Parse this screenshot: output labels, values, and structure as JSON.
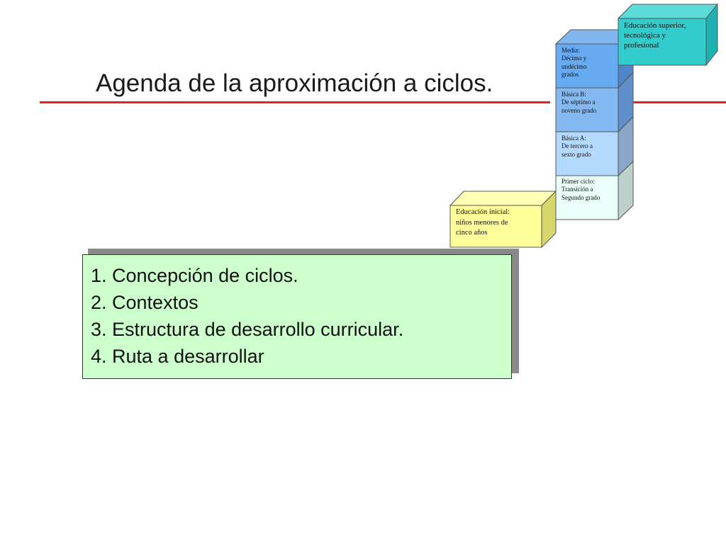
{
  "slide": {
    "title": "Agenda de la aproximación a ciclos."
  },
  "staircase": {
    "inicial": [
      "Educación inicial:",
      "niños menores de",
      "cinco años"
    ],
    "primer_ciclo": [
      "Primer ciclo:",
      "Transición a",
      "Segundo grado"
    ],
    "basica_a": [
      "Básica A:",
      "De tercero a",
      "sexto grado"
    ],
    "basica_b": [
      "Básica B:",
      "De séptimo a",
      "noveno grado"
    ],
    "media": [
      "Media:",
      "Décimo y",
      "undécimo",
      "grados"
    ],
    "superior": [
      "Educación superior,",
      "tecnológica y",
      "profesional"
    ]
  },
  "agenda": {
    "items": [
      "1. Concepción de ciclos.",
      "2. Contextos",
      "3. Estructura de desarrollo curricular.",
      "4. Ruta a desarrollar"
    ]
  },
  "colors": {
    "rule": "#e8201e",
    "inicial": "#ffff99",
    "primer_ciclo": "#eafff9",
    "basica_a": "#b3d9ff",
    "basica_b": "#84b8f0",
    "media": "#66aaf2",
    "superior": "#33cccc",
    "agenda_bg": "#ccffcc"
  }
}
